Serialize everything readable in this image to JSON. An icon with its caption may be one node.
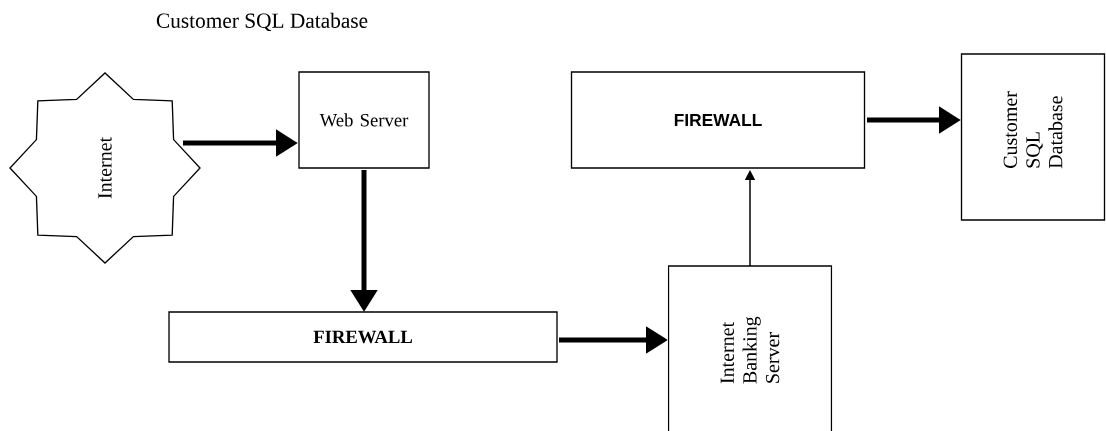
{
  "diagram": {
    "nodes": [
      {
        "text": [
          "Internet"
        ]
      },
      {
        "text": [
          "Web Server"
        ]
      },
      {
        "text": [
          "FIREWALL"
        ]
      },
      {
        "text": [
          "Internet Banking Server"
        ]
      },
      {
        "text": [
          "FIREWALL"
        ]
      },
      {
        "text": [
          "Customer SQL Database"
        ]
      }
    ],
    "edges": [
      {
        "from": 0,
        "to": 1,
        "arrow": "to"
      },
      {
        "from": 1,
        "to": 2,
        "arrow": "to"
      },
      {
        "from": 2,
        "to": 3,
        "arrow": "to"
      },
      {
        "from": 3,
        "to": 4,
        "arrow": "to"
      },
      {
        "from": 4,
        "to": 5,
        "arrow": "to"
      }
    ],
    "labels": [
      "Customer SQL Database"
    ]
  }
}
